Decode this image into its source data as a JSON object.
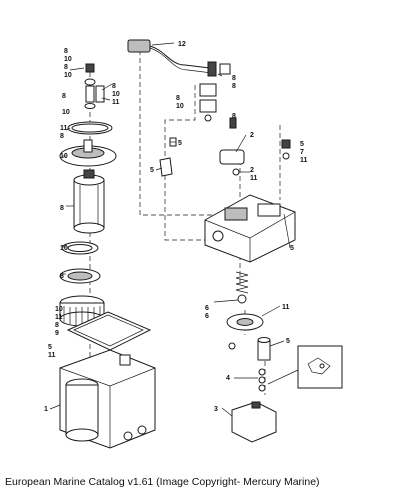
{
  "caption": "European Marine Catalog v1.61 (Image Copyright- Mercury Marine)",
  "diagram": {
    "callouts": [
      "12",
      "8",
      "10",
      "8",
      "10",
      "8",
      "10",
      "11",
      "8",
      "10",
      "11",
      "8",
      "10",
      "8",
      "10",
      "8",
      "10",
      "11",
      "8",
      "10",
      "5",
      "2",
      "5",
      "7",
      "11",
      "2",
      "11",
      "8",
      "6",
      "8",
      "5",
      "8",
      "5",
      "6",
      "11",
      "8",
      "9",
      "5",
      "11",
      "5",
      "4",
      "1",
      "3"
    ]
  }
}
